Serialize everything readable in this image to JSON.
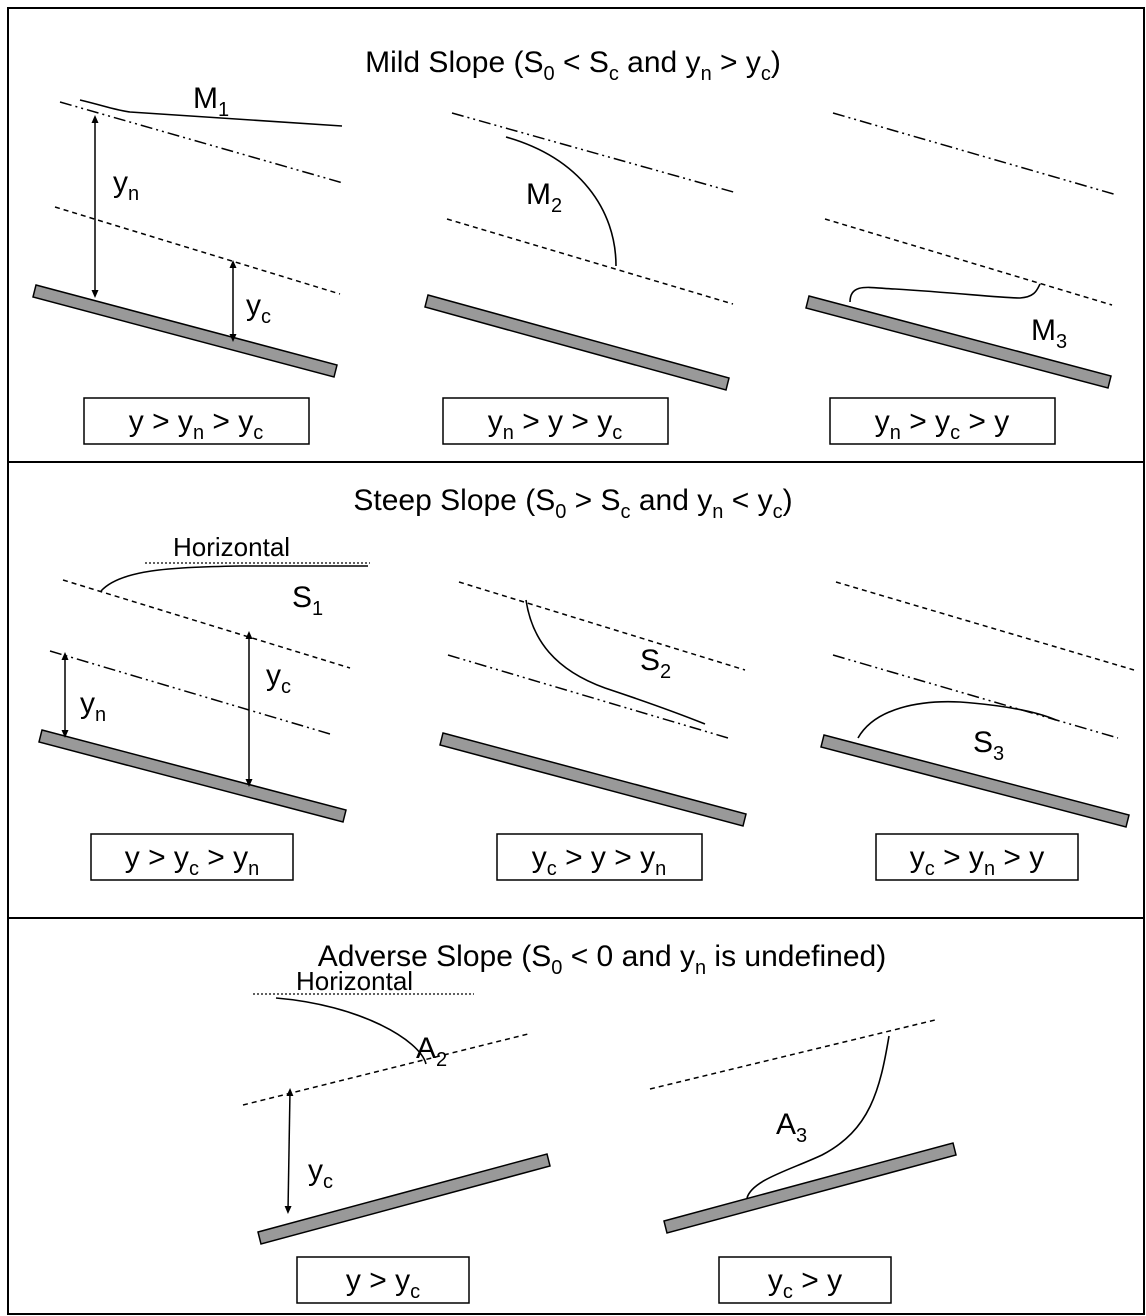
{
  "panels": [
    {
      "title": {
        "main": "Mild Slope (S",
        "s1": "0",
        "m1": " < S",
        "s2": "c",
        "m2": " and y",
        "s3": "n",
        "m3": " > y",
        "s4": "c",
        "m4": ")"
      },
      "profiles": [
        {
          "name": {
            "b": "M",
            "s": "1"
          },
          "condition": {
            "a": "y > y",
            "as": "n",
            "b": " > y",
            "bs": "c"
          },
          "labels": {
            "yn": {
              "b": "y",
              "s": "n"
            },
            "yc": {
              "b": "y",
              "s": "c"
            }
          }
        },
        {
          "name": {
            "b": "M",
            "s": "2"
          },
          "condition": {
            "a": "y",
            "as": "n",
            "b": " > y > y",
            "bs": "c"
          }
        },
        {
          "name": {
            "b": "M",
            "s": "3"
          },
          "condition": {
            "a": "y",
            "as": "n",
            "b": " > y",
            "bs": "c",
            "c": " > y"
          }
        }
      ]
    },
    {
      "title": {
        "main": "Steep Slope (S",
        "s1": "0",
        "m1": " > S",
        "s2": "c",
        "m2": " and y",
        "s3": "n",
        "m3": " < y",
        "s4": "c",
        "m4": ")"
      },
      "horizontal": "Horizontal",
      "profiles": [
        {
          "name": {
            "b": "S",
            "s": "1"
          },
          "condition": {
            "a": "y > y",
            "as": "c",
            "b": " > y",
            "bs": "n"
          },
          "labels": {
            "yn": {
              "b": "y",
              "s": "n"
            },
            "yc": {
              "b": "y",
              "s": "c"
            }
          }
        },
        {
          "name": {
            "b": "S",
            "s": "2"
          },
          "condition": {
            "a": "y",
            "as": "c",
            "b": " > y > y",
            "bs": "n"
          }
        },
        {
          "name": {
            "b": "S",
            "s": "3"
          },
          "condition": {
            "a": "y",
            "as": "c",
            "b": " > y",
            "bs": "n",
            "c": " > y"
          }
        }
      ]
    },
    {
      "title": {
        "a": "Adverse Slope (S",
        "as": "0",
        "b": " < 0 and y",
        "bs": "n",
        "c": " is undefined)"
      },
      "horizontal": "Horizontal",
      "profiles": [
        {
          "name": {
            "b": "A",
            "s": "2"
          },
          "condition": {
            "a": "y > y",
            "as": "c"
          },
          "labels": {
            "yc": {
              "b": "y",
              "s": "c"
            }
          }
        },
        {
          "name": {
            "b": "A",
            "s": "3"
          },
          "condition": {
            "a": "y",
            "as": "c",
            "b": " > y"
          }
        }
      ]
    }
  ]
}
